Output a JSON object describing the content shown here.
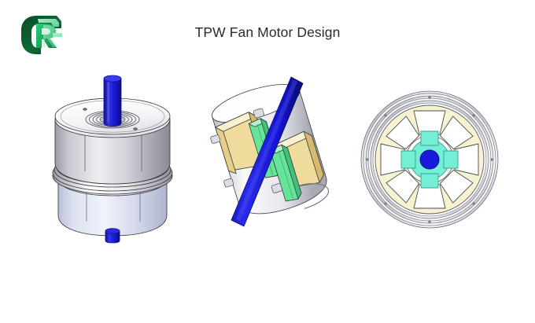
{
  "slide": {
    "background_color": "#FFFFFF",
    "title": "TPW Fan Motor Design"
  },
  "brand": {
    "logo_name": "cr-monogram-logo",
    "letters": "CR",
    "color_dark_green": "#0B5F2E",
    "color_mid_green": "#19A85A",
    "color_light_green": "#6FE3A8"
  },
  "figures": [
    {
      "id": "assembly",
      "name": "fan-motor-assembly-isometric-view",
      "caption": "",
      "parts": {
        "shaft": "motor-shaft",
        "top_cover": "top-end-cap",
        "housing": "motor-housing-body",
        "lower_rotor": "lower-rotor-shell",
        "bottom_stub": "lower-shaft-stub",
        "bearing_rings": "bearing-seat-rings",
        "screw_holes": "cover-screw-holes"
      },
      "colors": {
        "shaft": "#1A1ADC",
        "top_face": "#FAFAFA",
        "housing_light": "#E8E8EC",
        "housing_mid": "#AFAFB8",
        "housing_dark": "#8C8C97",
        "lower_light": "#E4E8F4",
        "lower_mid": "#C3C9DE",
        "outline": "#3A3A3A"
      }
    },
    {
      "id": "cutaway",
      "name": "fan-motor-cutaway-section-view",
      "caption": "",
      "parts": {
        "shaft": "tilted-motor-shaft",
        "coils": "stator-winding-coils",
        "magnets": "rotor-magnet-segments",
        "housing": "sectioned-housing-shell",
        "bearings": "shaft-bearings"
      },
      "colors": {
        "shaft": "#1414D2",
        "coil_face": "#F4E3A6",
        "coil_top": "#FAF2CE",
        "coil_side": "#D9C179",
        "magnet_face": "#66E59A",
        "magnet_top": "#A8F2C8",
        "magnet_side": "#3FC478",
        "shell": "#F2F2F5",
        "outline": "#3A3A3A"
      }
    },
    {
      "id": "section",
      "name": "fan-motor-top-cross-section-view",
      "caption": "",
      "parts": {
        "outer_housing": "outer-housing-rings",
        "stator_ring": "stator-lamination-ring",
        "slots": "stator-slots",
        "rotor": "four-pole-rotor-core",
        "shaft": "shaft-bore",
        "rivets": "housing-rivet-dots"
      },
      "pole_count": 4,
      "slot_count": 8,
      "colors": {
        "shaft": "#1A1ADC",
        "rotor": "#72EFD4",
        "stator_ring": "#F7F2D0",
        "slot": "#FFFFFF",
        "ring_gray": "#BDBDC6",
        "outline": "#444444"
      }
    }
  ]
}
